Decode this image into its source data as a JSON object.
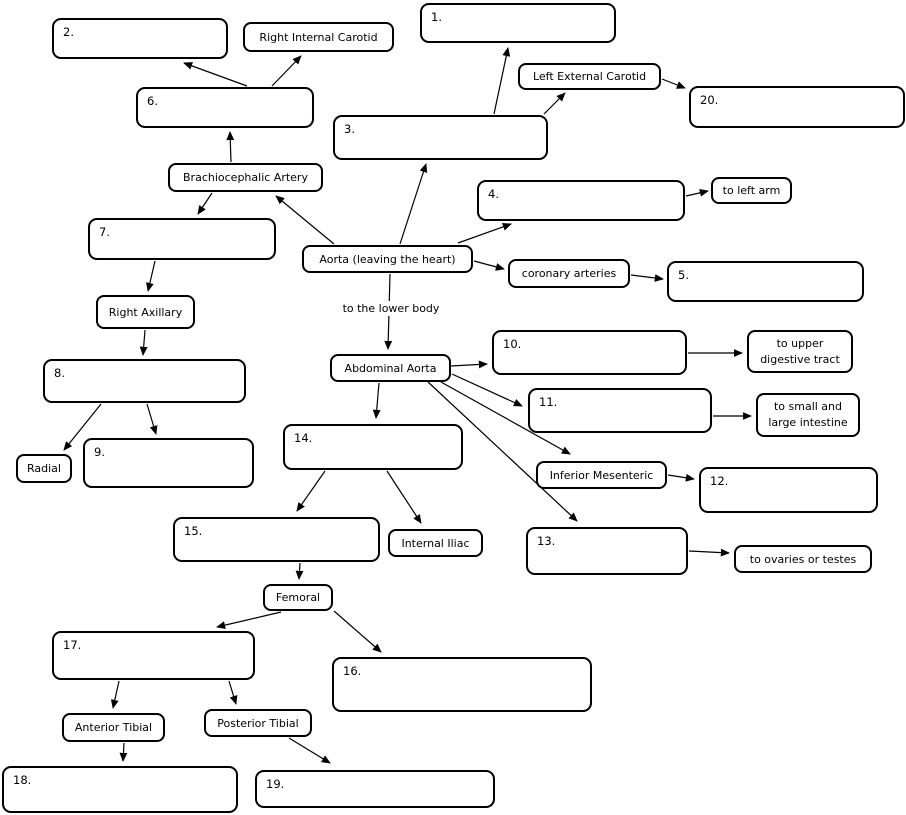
{
  "colors": {
    "line": "#000000",
    "box_border": "#000000",
    "box_fill": "#ffffff",
    "background": "#ffffff"
  },
  "nodes": {
    "blank1": "1.",
    "blank2": "2.",
    "blank3": "3.",
    "blank4": "4.",
    "blank5": "5.",
    "blank6": "6.",
    "blank7": "7.",
    "blank8": "8.",
    "blank9": "9.",
    "blank10": "10.",
    "blank11": "11.",
    "blank12": "12.",
    "blank13": "13.",
    "blank14": "14.",
    "blank15": "15.",
    "blank16": "16.",
    "blank17": "17.",
    "blank18": "18.",
    "blank19": "19.",
    "blank20": "20.",
    "right_internal_carotid": "Right Internal Carotid",
    "left_external_carotid": "Left External Carotid",
    "brachiocephalic": "Brachiocephalic Artery",
    "to_left_arm": "to left arm",
    "aorta": "Aorta (leaving the heart)",
    "coronary": "coronary arteries",
    "right_axillary": "Right Axillary",
    "to_lower_body": "to the lower body",
    "abdominal_aorta": "Abdominal Aorta",
    "to_upper_digestive": "to upper\ndigestive tract",
    "to_small_large": "to small and\nlarge intestine",
    "radial": "Radial",
    "inferior_mesenteric": "Inferior Mesenteric",
    "internal_iliac": "Internal Iliac",
    "to_ovaries_testes": "to ovaries or testes",
    "femoral": "Femoral",
    "anterior_tibial": "Anterior Tibial",
    "posterior_tibial": "Posterior Tibial"
  }
}
